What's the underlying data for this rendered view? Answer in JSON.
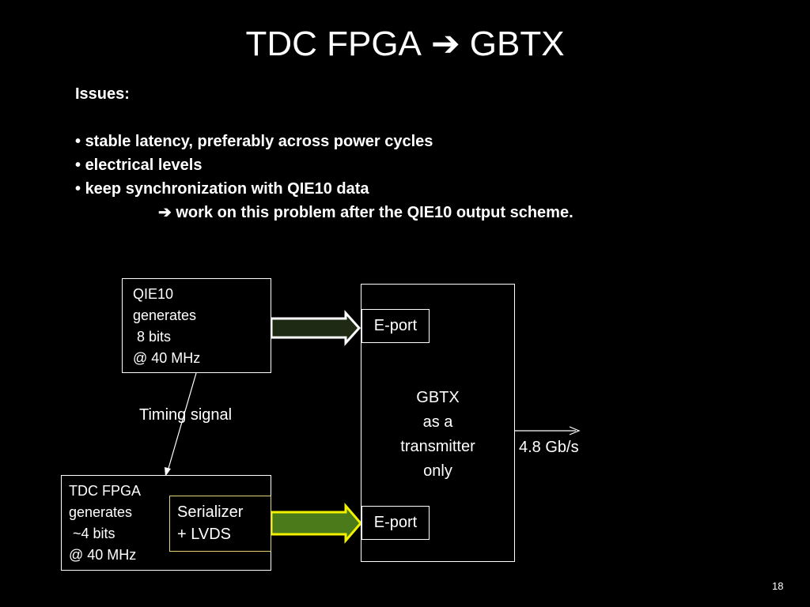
{
  "slide": {
    "title_left": "TDC FPGA",
    "title_arrow": "➔",
    "title_right": "GBTX",
    "page_number": "18"
  },
  "issues": {
    "heading": "Issues:",
    "bullets": [
      "stable latency, preferably across power cycles",
      "electrical levels",
      "keep synchronization with QIE10 data"
    ],
    "sub_arrow": "➔",
    "sub_note": "work on this problem after the QIE10 output scheme."
  },
  "diagram": {
    "qie10_box": {
      "lines": [
        "QIE10",
        "generates",
        " 8 bits",
        "@ 40 MHz"
      ]
    },
    "tdc_box": {
      "lines": [
        "TDC FPGA",
        "generates",
        " ~4 bits",
        "@ 40 MHz"
      ]
    },
    "serializer_box": {
      "lines": [
        "Serializer",
        "+ LVDS"
      ]
    },
    "gbtx_box": {
      "lines": [
        "GBTX",
        "as a",
        "transmitter",
        "only"
      ]
    },
    "eport_top": "E-port",
    "eport_bottom": "E-port",
    "timing_signal": "Timing signal",
    "output_rate": "4.8 Gb/s",
    "colors": {
      "serializer_border": "#e6d27a",
      "arrow_top_fill": "#1e2a14",
      "arrow_bottom_fill": "#4a7a1a",
      "arrow_bottom_stroke": "#f2f200"
    }
  }
}
